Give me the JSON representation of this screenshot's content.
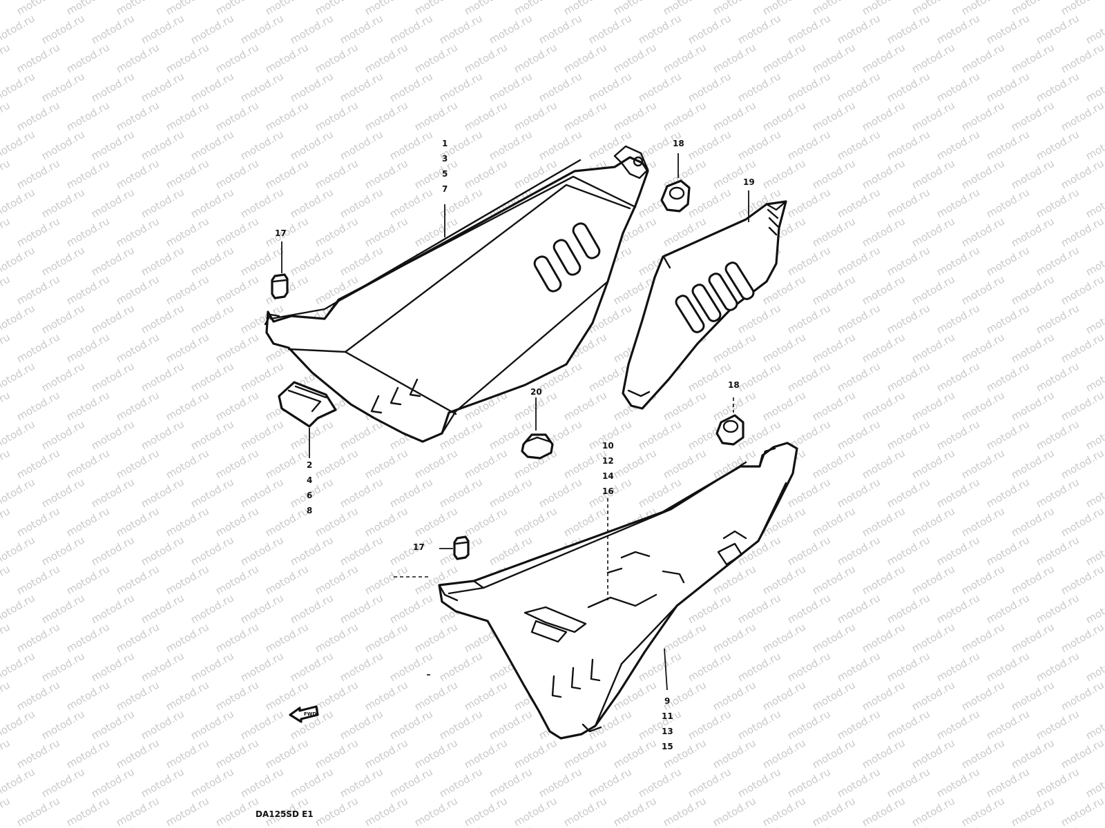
{
  "watermark": "motod.ru",
  "diagram_code": "DA125SD E1",
  "fwd_arrow_label": "FWD",
  "callouts": {
    "upper_panel": [
      "1",
      "3",
      "5",
      "7"
    ],
    "upper_emblem": [
      "2",
      "4",
      "6",
      "8"
    ],
    "cushion_top": "18",
    "cushion_right": "18",
    "side_cover": "19",
    "grommet_20": "20",
    "bolt_upper": "17",
    "bolt_lower": "17",
    "lower_panel_top": [
      "10",
      "12",
      "14",
      "16"
    ],
    "lower_panel_bottom": [
      "9",
      "11",
      "13",
      "15"
    ]
  }
}
